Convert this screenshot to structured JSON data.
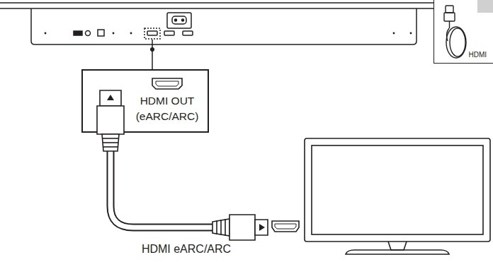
{
  "diagram": {
    "nodes": [
      {
        "text": [
          "HDMI OUT (eARC/ARC)"
        ]
      },
      {
        "text": [
          "HDMI"
        ]
      }
    ],
    "labels": [
      "HDMI eARC/ARC"
    ]
  }
}
